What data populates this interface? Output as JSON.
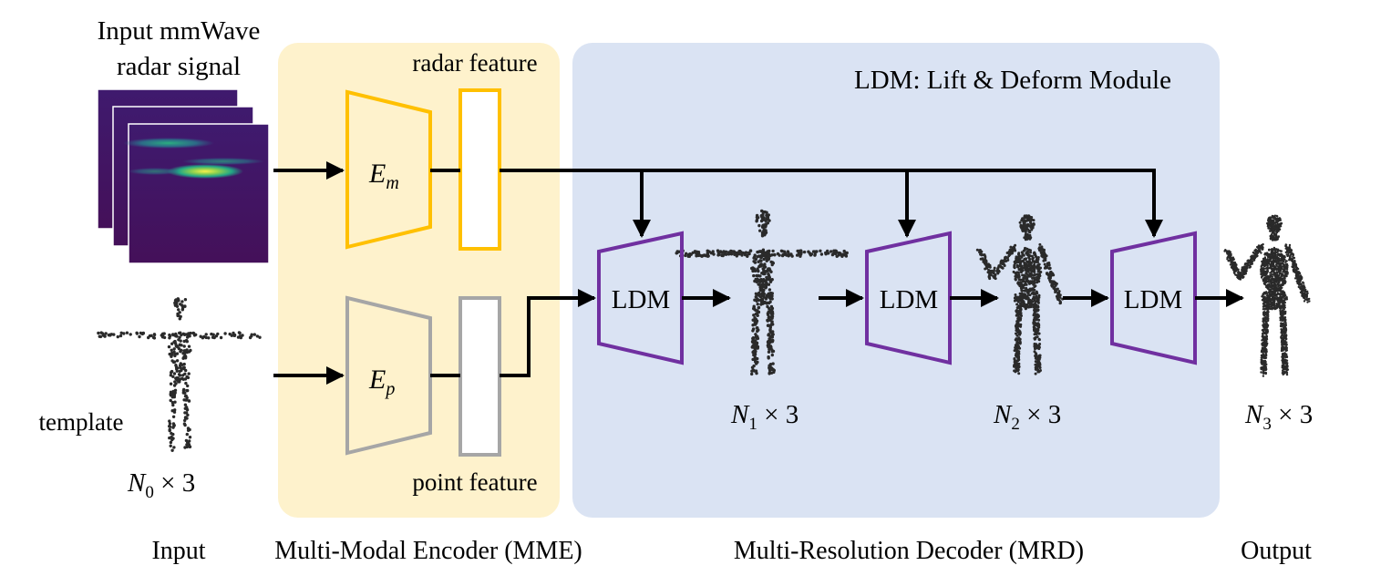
{
  "input": {
    "radar_label_line1": "Input mmWave",
    "radar_label_line2": "radar signal",
    "template_label": "template",
    "template_size": {
      "var": "N",
      "sub": "0",
      "rest": " × 3"
    },
    "caption": "Input"
  },
  "encoder": {
    "caption": "Multi-Modal Encoder (MME)",
    "radar_feature_label": "radar feature",
    "point_feature_label": "point feature",
    "radar_encoder": {
      "var": "E",
      "sub": "m"
    },
    "point_encoder": {
      "var": "E",
      "sub": "p"
    }
  },
  "decoder": {
    "caption": "Multi-Resolution Decoder (MRD)",
    "module_title": "LDM: Lift & Deform Module",
    "ldm_label": "LDM",
    "stage1_size": {
      "var": "N",
      "sub": "1",
      "rest": " × 3"
    },
    "stage2_size": {
      "var": "N",
      "sub": "2",
      "rest": " × 3"
    }
  },
  "output": {
    "caption": "Output",
    "size": {
      "var": "N",
      "sub": "3",
      "rest": " × 3"
    }
  },
  "colors": {
    "encoder_bg": "#fef2cc",
    "decoder_bg": "#dae3f3",
    "radar_encoder_stroke": "#ffc000",
    "point_encoder_stroke": "#a6a6a6",
    "ldm_stroke": "#7030a0",
    "arrow": "#000000"
  }
}
